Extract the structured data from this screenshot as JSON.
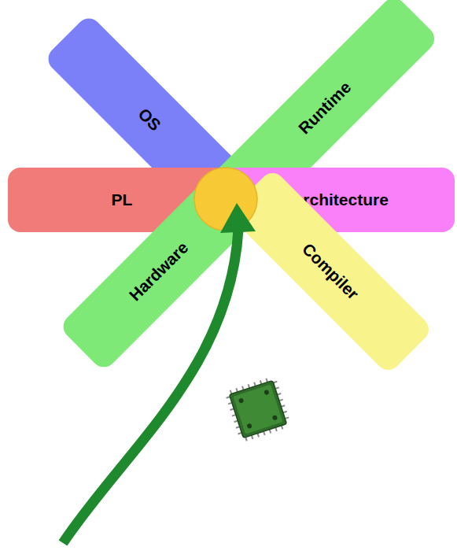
{
  "diagram": {
    "nodes": [
      {
        "text": [
          "OS"
        ]
      },
      {
        "text": [
          "Runtime"
        ]
      },
      {
        "text": [
          "PL"
        ]
      },
      {
        "text": [
          "Architecture"
        ]
      },
      {
        "text": [
          "Hardware"
        ]
      },
      {
        "text": [
          "Compiler"
        ]
      }
    ]
  }
}
